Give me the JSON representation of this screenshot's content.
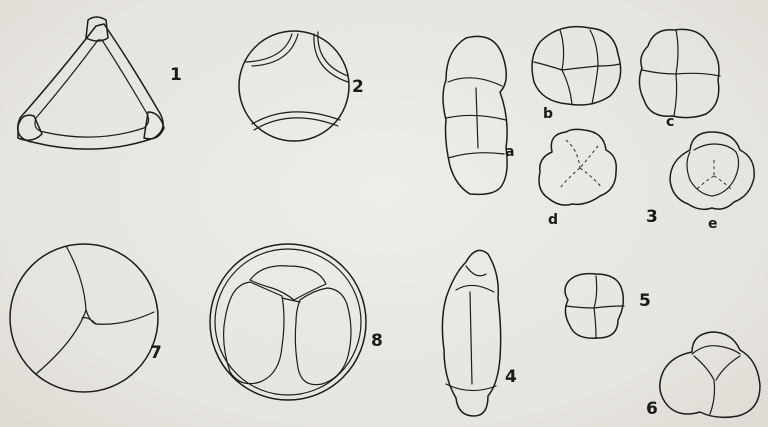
{
  "figures": {
    "fig1": {
      "label": "1"
    },
    "fig2": {
      "label": "2"
    },
    "fig3": {
      "label": "3",
      "sub_a": "a",
      "sub_b": "b",
      "sub_c": "c",
      "sub_d": "d",
      "sub_e": "e"
    },
    "fig4": {
      "label": "4"
    },
    "fig5": {
      "label": "5"
    },
    "fig6": {
      "label": "6"
    },
    "fig7": {
      "label": "7"
    },
    "fig8": {
      "label": "8"
    }
  },
  "colors": {
    "ink": "#1c1c1c",
    "paper": "#e9e7e2"
  }
}
